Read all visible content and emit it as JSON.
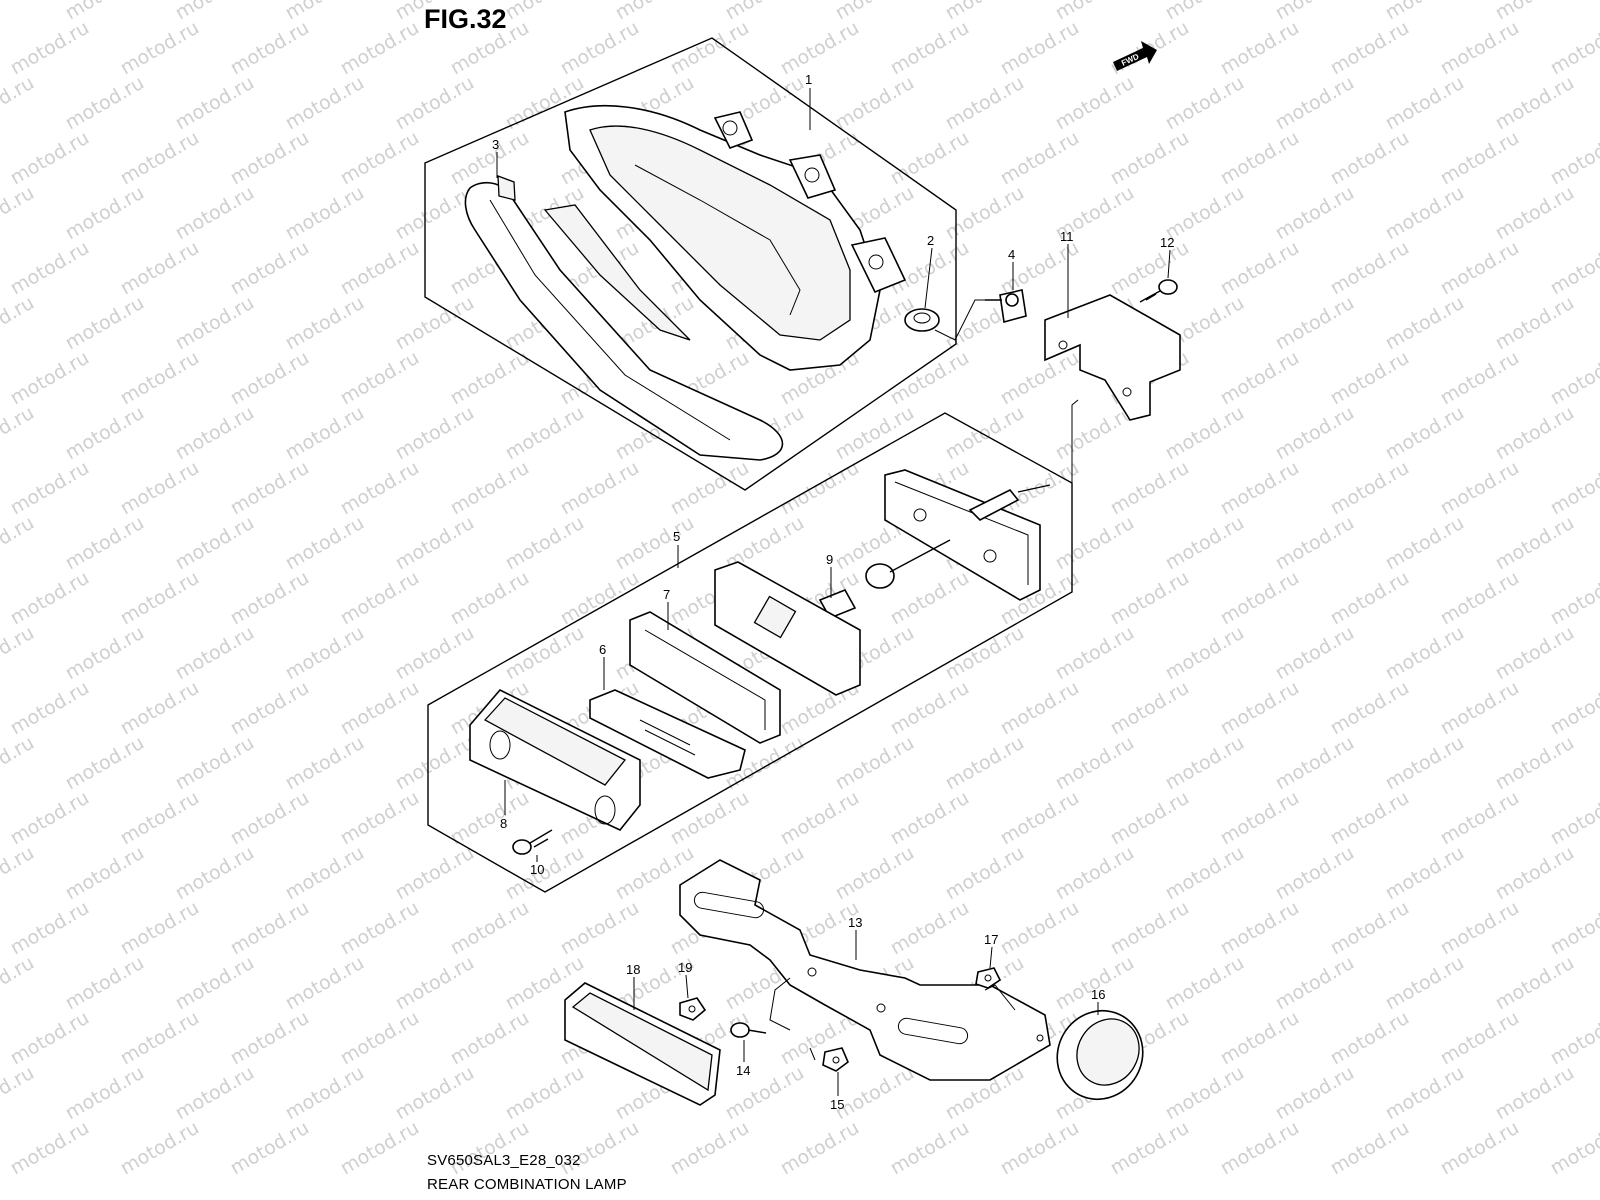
{
  "figure_title": "FIG.32",
  "fwd_label": "FWD",
  "footer": {
    "code": "SV650SAL3_E28_032",
    "name": "REAR COMBINATION LAMP"
  },
  "watermark": "motod.ru",
  "callouts": [
    "1",
    "2",
    "3",
    "4",
    "5",
    "6",
    "7",
    "8",
    "9",
    "10",
    "11",
    "12",
    "13",
    "14",
    "15",
    "16",
    "17",
    "18",
    "19"
  ]
}
